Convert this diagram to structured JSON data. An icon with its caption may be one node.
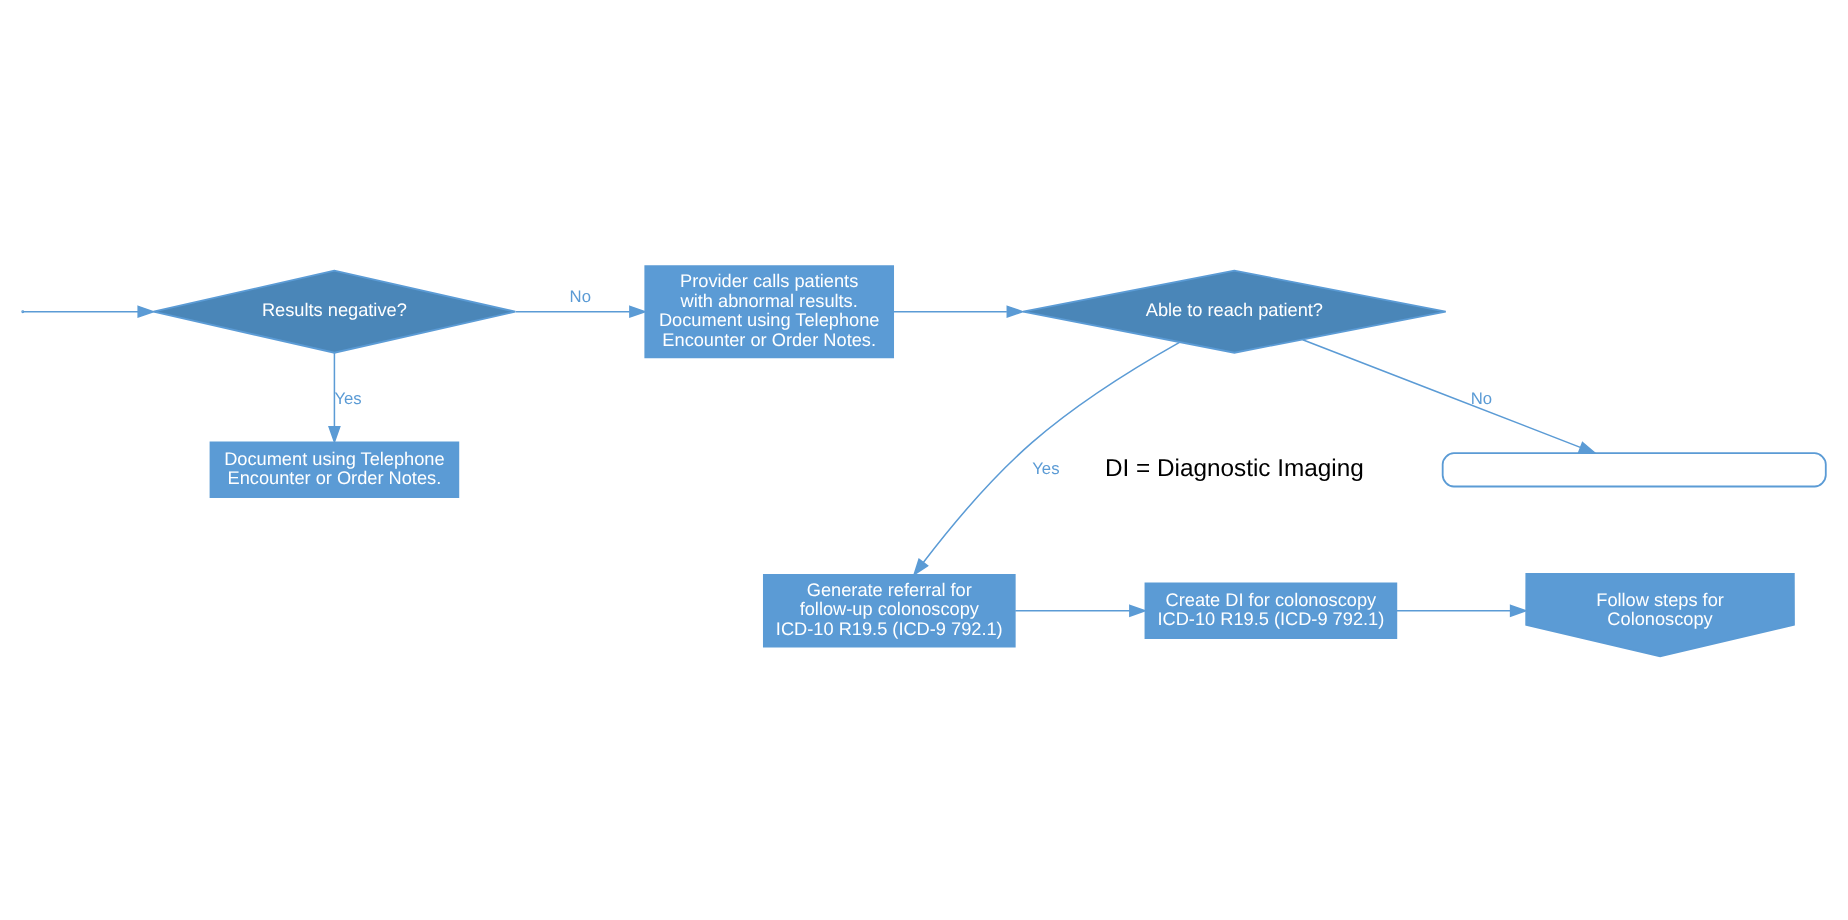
{
  "diagram": {
    "nodes": [
      {
        "text": [],
        "shape": "box"
      },
      {
        "text": [
          "Document using Telephone Encounter or Order Notes."
        ]
      },
      {
        "text": [
          "Able to reach patient?"
        ]
      },
      {
        "text": [
          "Provider calls patients with abnormal results. Document using Telephone Encounter or Order Notes."
        ]
      },
      {
        "text": [
          "Results negative?"
        ]
      },
      {
        "text": [
          "Generate referral for follow-up colonoscopy ICD-10 R19.5 (ICD-9 792.1)"
        ]
      },
      {
        "text": [
          "Create DI for colonoscopy ICD-10 R19.5 (ICD-9 792.1)"
        ]
      },
      {
        "text": [
          "Follow steps for Colonoscopy"
        ]
      }
    ],
    "edges": [
      {
        "from": 2,
        "to": 0,
        "arrow": "to",
        "label": "No"
      },
      {
        "from": 4,
        "to": 1,
        "arrow": "to",
        "label": "Yes"
      },
      {
        "from": 4,
        "to": 3,
        "arrow": "to",
        "label": "No"
      },
      {
        "from": 3,
        "to": 2,
        "arrow": "to"
      },
      {
        "from": null,
        "to": 4,
        "arrow": "to"
      },
      {
        "from": 2,
        "to": 5,
        "arrow": "to",
        "label": "Yes"
      },
      {
        "from": 5,
        "to": 6,
        "arrow": "to"
      },
      {
        "from": 6,
        "to": 7,
        "arrow": "to"
      }
    ],
    "labels": [
      "DI = Diagnostic Imaging"
    ]
  }
}
